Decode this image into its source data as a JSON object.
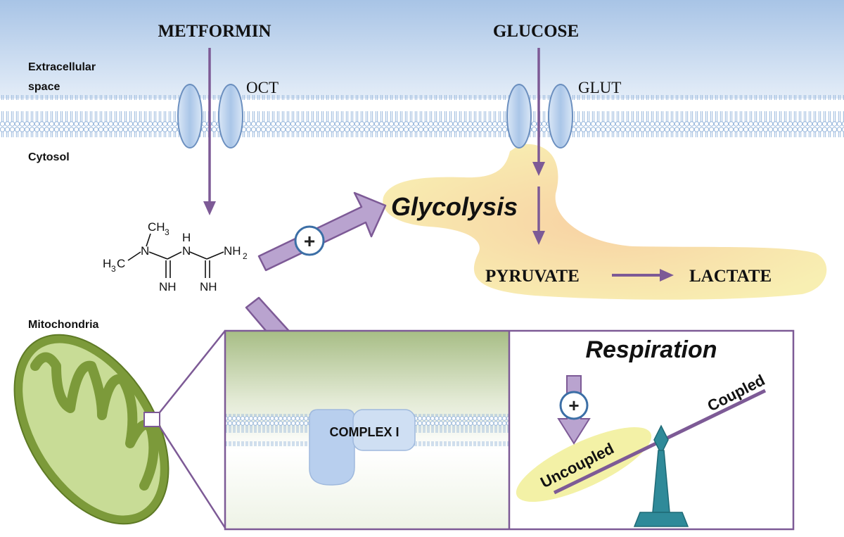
{
  "labels": {
    "metformin": "METFORMIN",
    "glucose": "GLUCOSE",
    "extracellular_line1": "Extracellular",
    "extracellular_line2": "space",
    "cytosol": "Cytosol",
    "oct": "OCT",
    "glut": "GLUT",
    "glycolysis": "Glycolysis",
    "pyruvate": "PYRUVATE",
    "lactate": "LACTATE",
    "mitochondria": "Mitochondria",
    "complex_i": "COMPLEX I",
    "respiration": "Respiration",
    "coupled": "Coupled",
    "uncoupled": "Uncoupled",
    "plus_sign": "+",
    "minus_sign": "-"
  },
  "molecule": {
    "ch3_top": "CH",
    "ch3_top_sub": "3",
    "h3c_left": "H",
    "h3c_left_sub": "3",
    "h3c_left_c": "C",
    "n1": "N",
    "n2_h": "H",
    "n2": "N",
    "nh2": "NH",
    "nh2_sub": "2",
    "nh_left": "NH",
    "nh_right": "NH"
  },
  "colors": {
    "arrow_purple": "#7d5a96",
    "arrow_light": "#b9a3cf",
    "glycolysis_highlight": "#f7eeaa",
    "membrane_blue": "#b8d2ee",
    "mitochondria_green": "#7c9a3a",
    "scale_teal": "#2f8a99",
    "box_border": "#7d5a96"
  }
}
